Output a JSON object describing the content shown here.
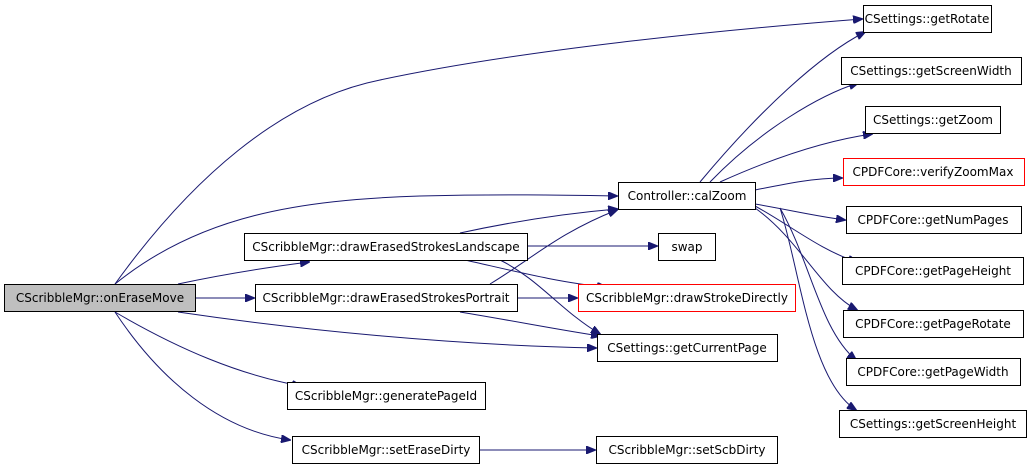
{
  "nodes": {
    "root": "CScribbleMgr::onEraseMove",
    "landscape": "CScribbleMgr::drawErasedStrokesLandscape",
    "portrait": "CScribbleMgr::drawErasedStrokesPortrait",
    "genpage": "CScribbleMgr::generatePageId",
    "setErase": "CScribbleMgr::setEraseDirty",
    "calzoom": "Controller::calZoom",
    "swap": "swap",
    "drawStroke": "CScribbleMgr::drawStrokeDirectly",
    "curPage": "CSettings::getCurrentPage",
    "setScb": "CScribbleMgr::setScbDirty",
    "rotate": "CSettings::getRotate",
    "screenW": "CSettings::getScreenWidth",
    "zoom": "CSettings::getZoom",
    "verify": "CPDFCore::verifyZoomMax",
    "numPages": "CPDFCore::getNumPages",
    "pageH": "CPDFCore::getPageHeight",
    "pageRot": "CPDFCore::getPageRotate",
    "pageW": "CPDFCore::getPageWidth",
    "screenH": "CSettings::getScreenHeight"
  },
  "colors": {
    "edge": "#191970",
    "root_fill": "#bfbfbf",
    "truncated_border": "#ff0000",
    "border": "#000000"
  }
}
